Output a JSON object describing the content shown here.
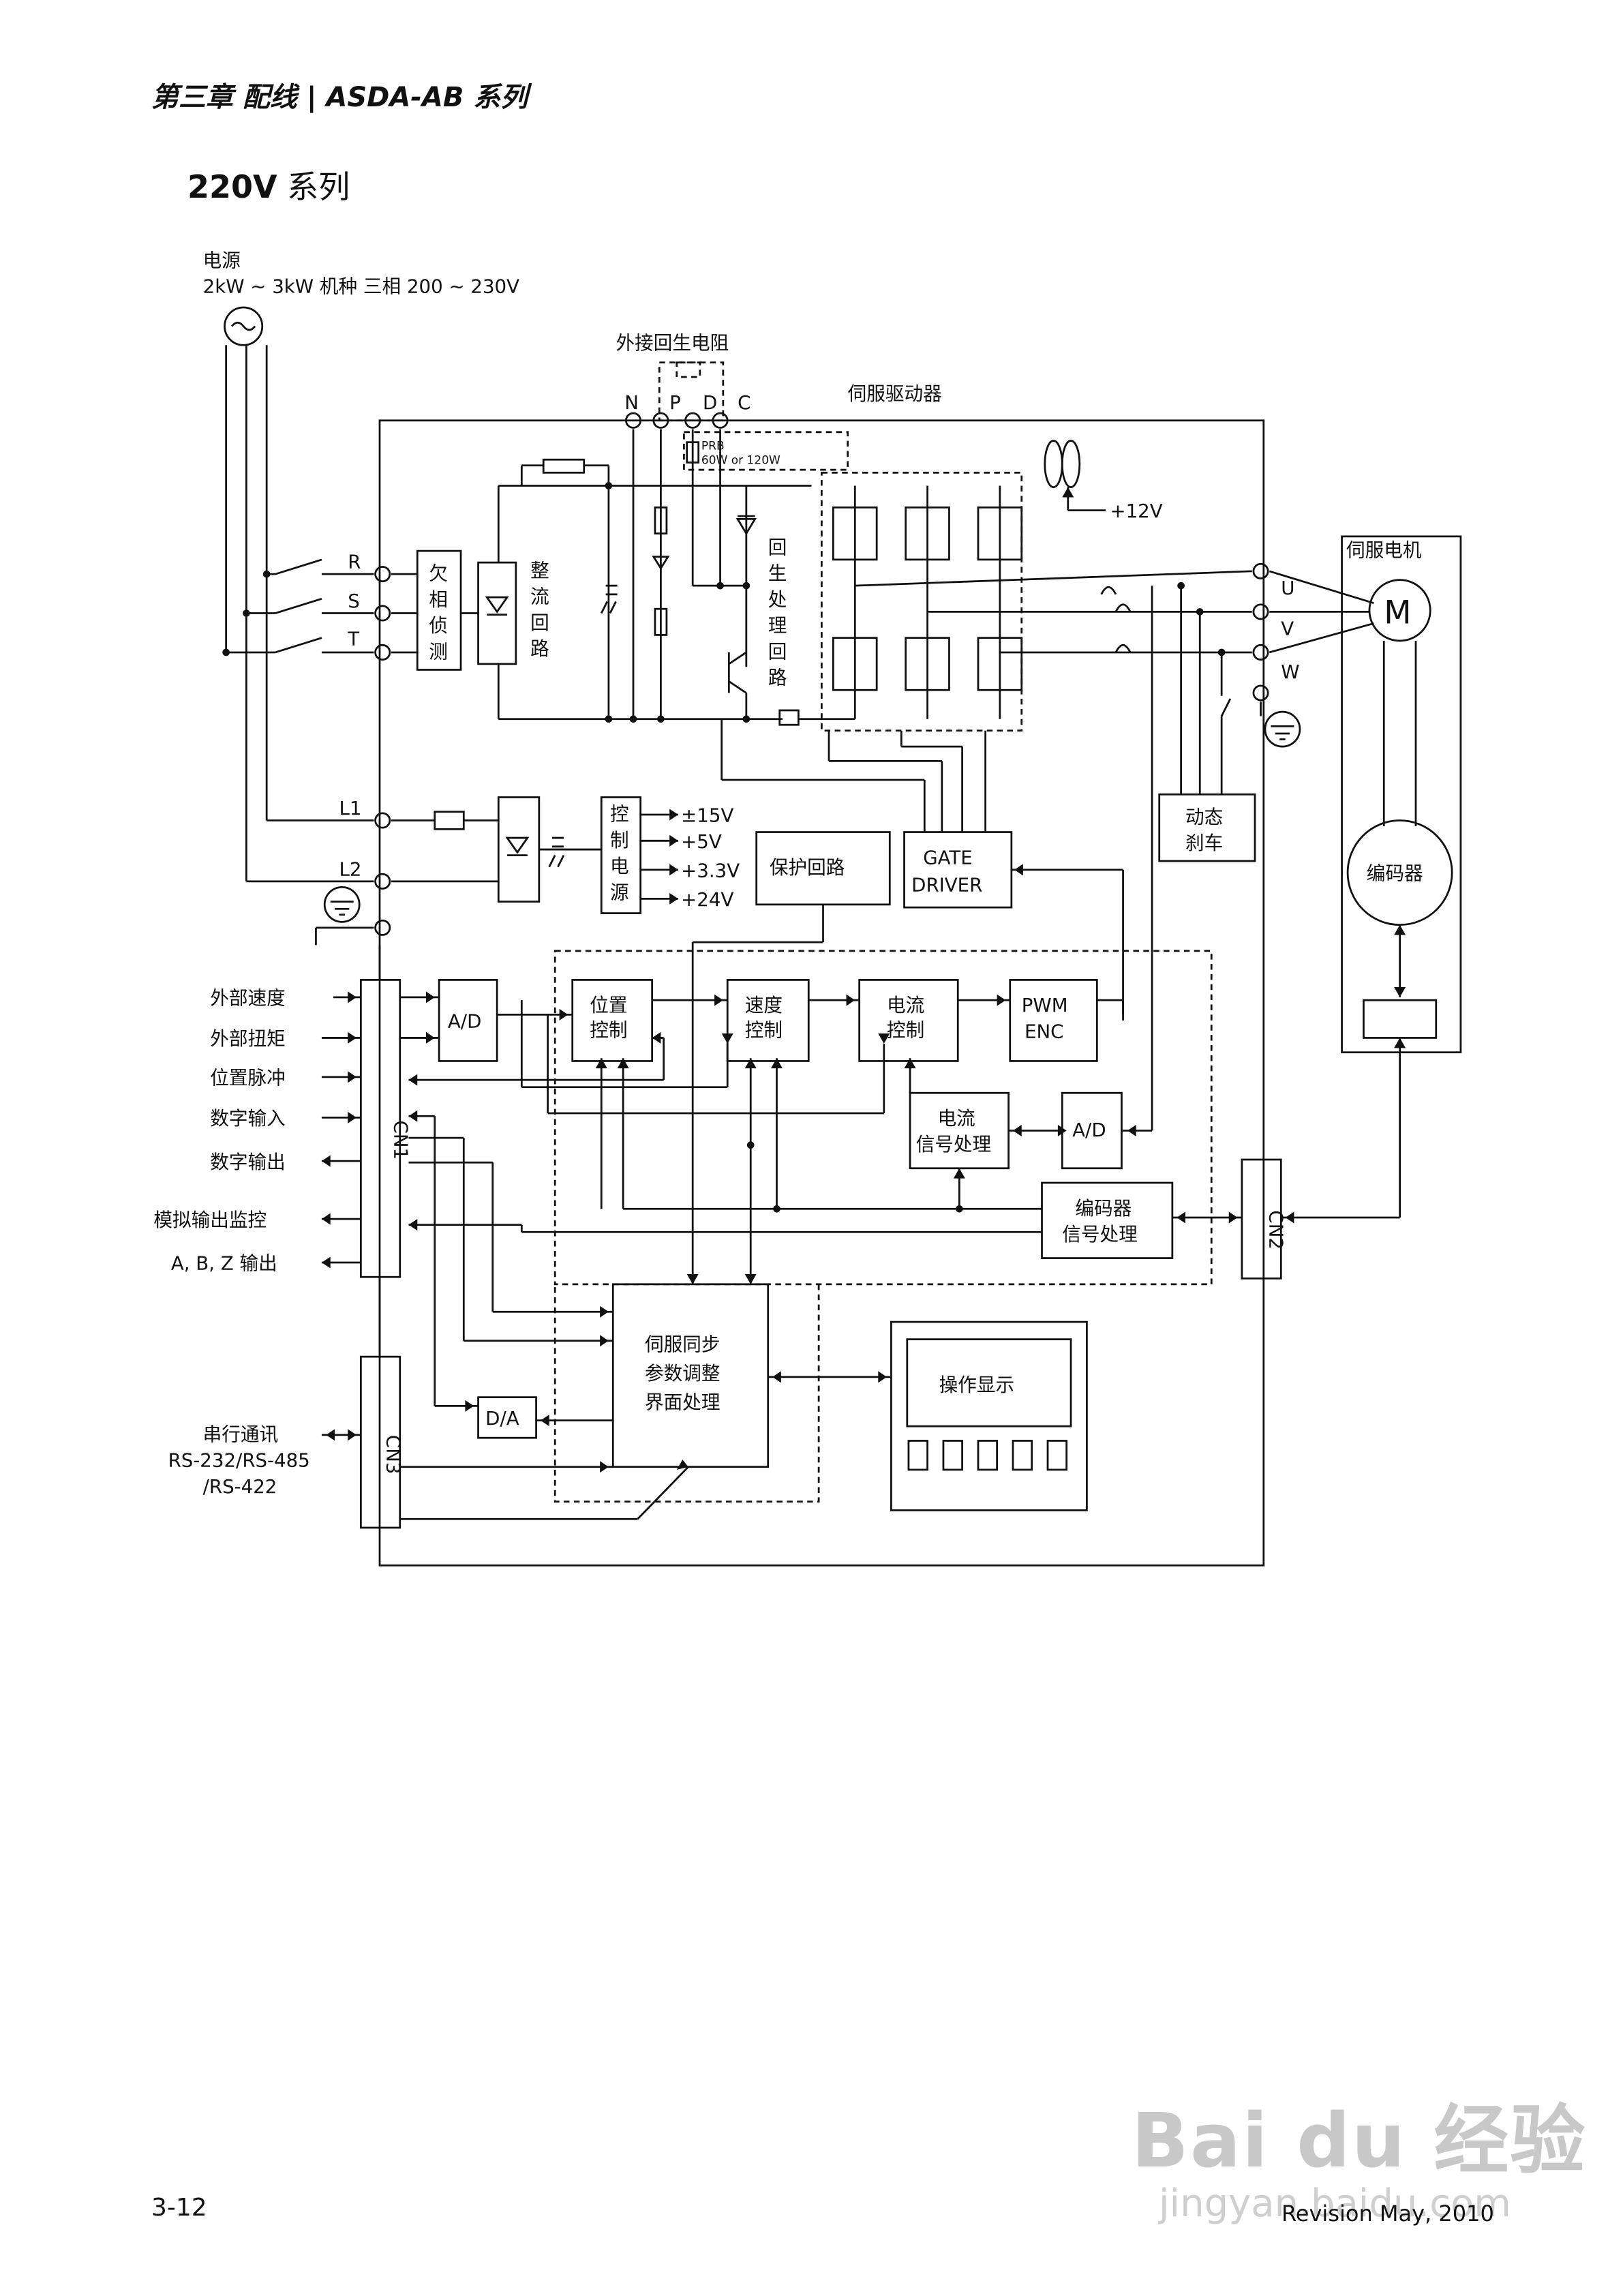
{
  "header": {
    "chapter": "第三章 配线 | ASDA-AB 系列"
  },
  "section": {
    "model": "220V",
    "series": " 系列"
  },
  "diagram": {
    "power_label": "电源",
    "power_spec": "2kW ~ 3kW 机种  三相 200 ~ 230V",
    "ext_resistor": "外接回生电阻",
    "drive_title": "伺服驱动器",
    "motor_title": "伺服电机",
    "terminals": {
      "N": "N",
      "P": "P",
      "D": "D",
      "C": "C",
      "R": "R",
      "S": "S",
      "T": "T",
      "L1": "L1",
      "L2": "L2",
      "U": "U",
      "V": "V",
      "W": "W"
    },
    "prb": [
      "PRB",
      "60W or 120W"
    ],
    "fan_voltage": "+12V",
    "phase_loss": [
      "欠",
      "相",
      "侦",
      "测"
    ],
    "rectifier": [
      "整",
      "流",
      "回",
      "路"
    ],
    "regen": [
      "回",
      "生",
      "处",
      "理",
      "回",
      "路"
    ],
    "ctrl_power": [
      "控",
      "制",
      "电",
      "源"
    ],
    "rails": [
      "±15V",
      "+5V",
      "+3.3V",
      "+24V"
    ],
    "protection": "保护回路",
    "gate_driver": [
      "GATE",
      "DRIVER"
    ],
    "dyn_brake": [
      "动态",
      "刹车"
    ],
    "motor_symbol": "M",
    "encoder": "编码器",
    "ad": "A/D",
    "da": "D/A",
    "pos_ctrl": [
      "位置",
      "控制"
    ],
    "spd_ctrl": [
      "速度",
      "控制"
    ],
    "cur_ctrl": [
      "电流",
      "控制"
    ],
    "pwm": [
      "PWM",
      "ENC"
    ],
    "cur_sig": [
      "电流",
      "信号处理"
    ],
    "enc_sig": [
      "编码器",
      "信号处理"
    ],
    "servo_sync": [
      "伺服同步",
      "参数调整",
      "界面处理"
    ],
    "op_display": "操作显示",
    "cn1": "CN1",
    "cn2": "CN2",
    "cn3": "CN3",
    "inputs": [
      "外部速度",
      "外部扭矩",
      "位置脉冲",
      "数字输入",
      "数字输出",
      "模拟输出监控",
      "A, B, Z  输出"
    ],
    "serial": [
      "串行通讯",
      "RS-232/RS-485",
      "/RS-422"
    ]
  },
  "footer": {
    "page": "3-12",
    "revision": "Revision May, 2010"
  },
  "watermark": {
    "brand": "Bai du 经验",
    "site": "jingyan.baidu.com"
  }
}
